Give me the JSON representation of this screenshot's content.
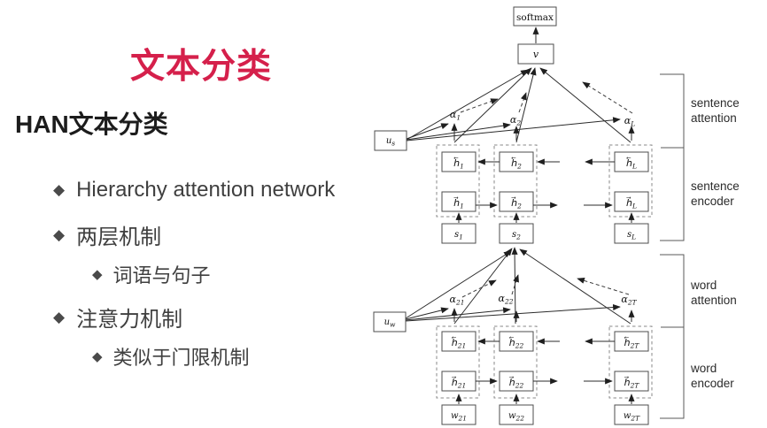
{
  "slide": {
    "title": "文本分类",
    "heading": "HAN文本分类",
    "bullet_marker": "◆",
    "title_color": "#d5204b",
    "text_color": "#3f3f3f",
    "bullets": [
      {
        "level": 1,
        "text": "Hierarchy attention network"
      },
      {
        "level": 1,
        "text": "两层机制"
      },
      {
        "level": 2,
        "text": "词语与句子"
      },
      {
        "level": 1,
        "text": "注意力机制"
      },
      {
        "level": 2,
        "text": "类似于门限机制"
      }
    ]
  },
  "diagram": {
    "softmax_label": "softmax",
    "v_label": "v",
    "u_s": {
      "base": "u",
      "sub": "s"
    },
    "u_w": {
      "base": "u",
      "sub": "w"
    },
    "sentence_alphas": [
      {
        "base": "α",
        "sub": "1"
      },
      {
        "base": "α",
        "sub": "2"
      },
      {
        "base": "α",
        "sub": "L"
      }
    ],
    "word_alphas": [
      {
        "base": "α",
        "sub": "21"
      },
      {
        "base": "α",
        "sub": "22"
      },
      {
        "base": "α",
        "sub": "2T"
      }
    ],
    "sentence_cols": [
      {
        "back": {
          "base": "h⃖",
          "sub": "1"
        },
        "fwd": {
          "base": "h⃗",
          "sub": "1"
        },
        "input": {
          "base": "s",
          "sub": "1"
        }
      },
      {
        "back": {
          "base": "h⃖",
          "sub": "2"
        },
        "fwd": {
          "base": "h⃗",
          "sub": "2"
        },
        "input": {
          "base": "s",
          "sub": "2"
        }
      },
      {
        "back": {
          "base": "h⃖",
          "sub": "L"
        },
        "fwd": {
          "base": "h⃗",
          "sub": "L"
        },
        "input": {
          "base": "s",
          "sub": "L"
        }
      }
    ],
    "word_cols": [
      {
        "back": {
          "base": "h⃖",
          "sub": "21"
        },
        "fwd": {
          "base": "h⃗",
          "sub": "21"
        },
        "input": {
          "base": "w",
          "sub": "21"
        }
      },
      {
        "back": {
          "base": "h⃖",
          "sub": "22"
        },
        "fwd": {
          "base": "h⃗",
          "sub": "22"
        },
        "input": {
          "base": "w",
          "sub": "22"
        }
      },
      {
        "back": {
          "base": "h⃖",
          "sub": "2T"
        },
        "fwd": {
          "base": "h⃗",
          "sub": "2T"
        },
        "input": {
          "base": "w",
          "sub": "2T"
        }
      }
    ],
    "labels": {
      "sentence_attention": [
        "sentence",
        "attention"
      ],
      "sentence_encoder": [
        "sentence",
        "encoder"
      ],
      "word_attention": [
        "word",
        "attention"
      ],
      "word_encoder": [
        "word",
        "encoder"
      ]
    }
  }
}
